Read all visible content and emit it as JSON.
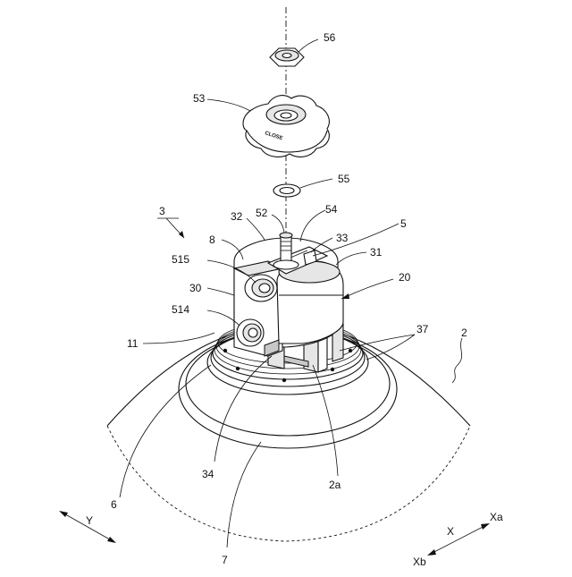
{
  "figure": {
    "reference_numerals": {
      "n56": "56",
      "n53": "53",
      "n55": "55",
      "n3": "3",
      "n52": "52",
      "n54": "54",
      "n5": "5",
      "n32": "32",
      "n8": "8",
      "n33": "33",
      "n31": "31",
      "n515": "515",
      "n30": "30",
      "n20": "20",
      "n514": "514",
      "n11": "11",
      "n37": "37",
      "n2": "2",
      "n34": "34",
      "n2a": "2a",
      "n6": "6",
      "n7": "7"
    },
    "axes": {
      "y": "Y",
      "x": "X",
      "xa": "Xa",
      "xb": "Xb"
    },
    "knob_marking": "CLOSE"
  }
}
